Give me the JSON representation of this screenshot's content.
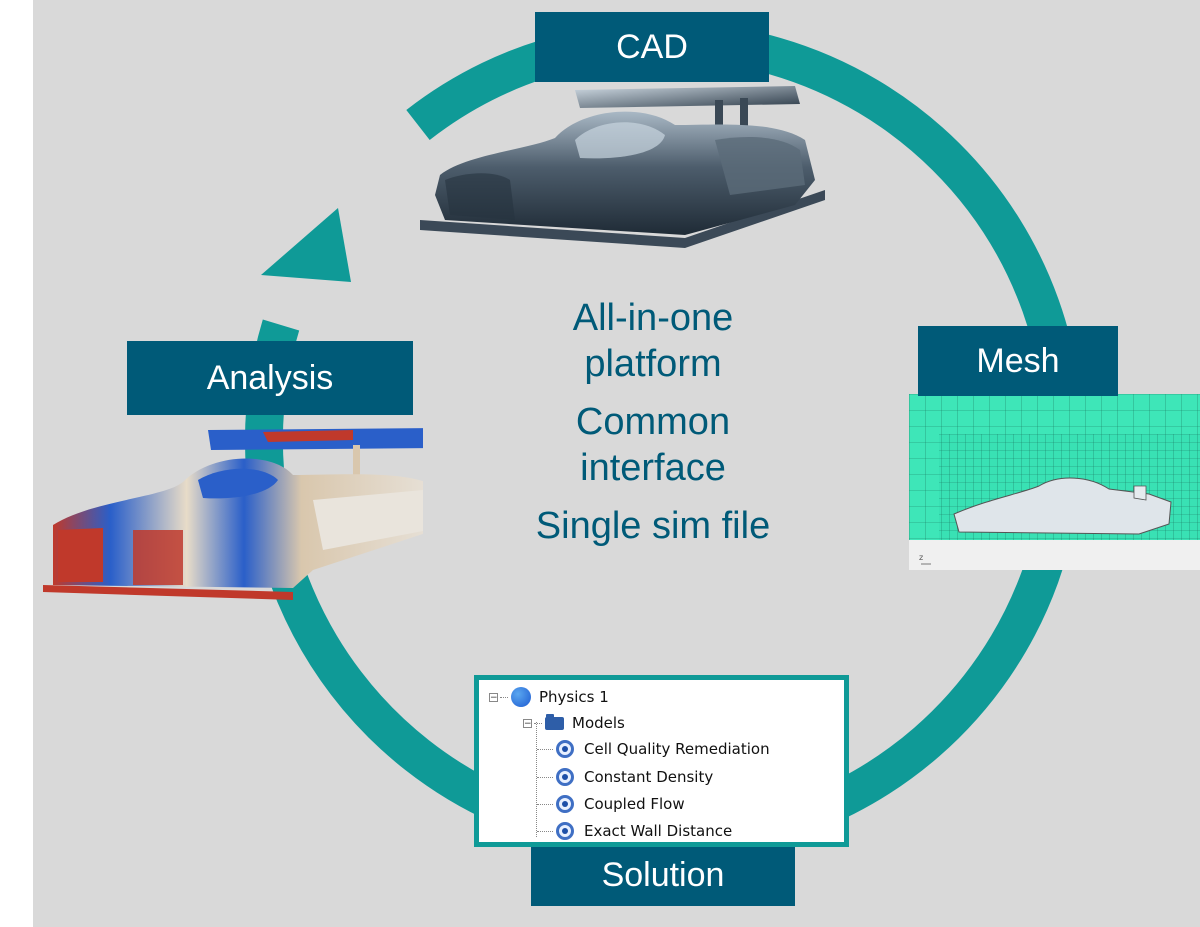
{
  "stages": {
    "cad": "CAD",
    "mesh": "Mesh",
    "solution": "Solution",
    "analysis": "Analysis"
  },
  "center": {
    "line1": "All-in-one",
    "line2": "platform",
    "line3": "Common",
    "line4": "interface",
    "line5": "Single sim file"
  },
  "tree": {
    "root": "Physics 1",
    "group": "Models",
    "items": [
      "Cell Quality Remediation",
      "Constant Density",
      "Coupled Flow",
      "Exact Wall Distance"
    ]
  },
  "colors": {
    "ring": "#0f9a97",
    "label_bg": "#005a78",
    "label_text": "#ffffff",
    "center_text": "#005a78",
    "background": "#d9d9d9",
    "mesh_fill": "#39e1b4"
  }
}
